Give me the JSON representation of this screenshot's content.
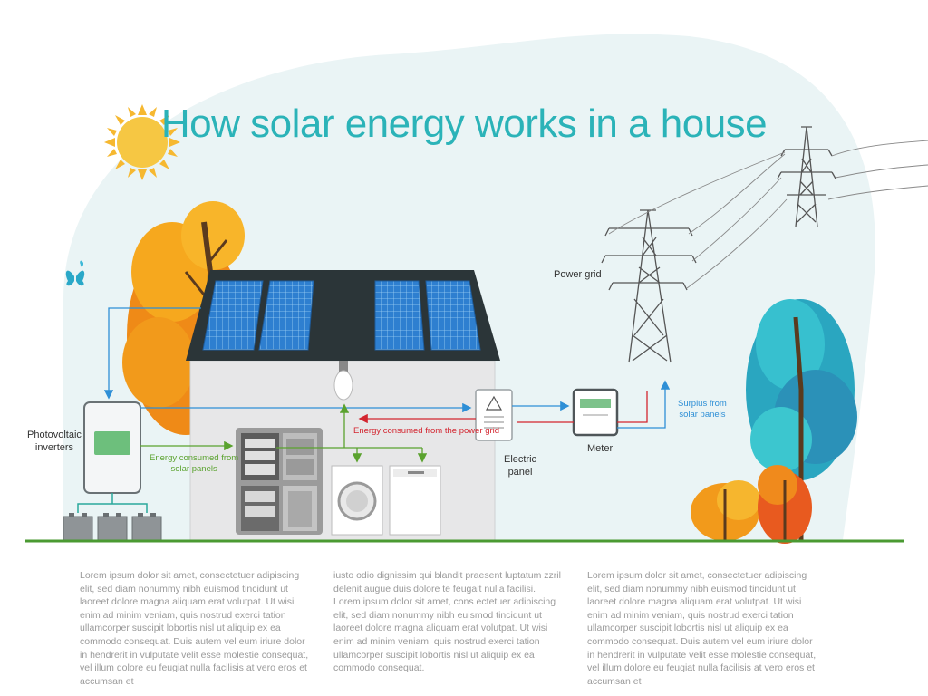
{
  "title": "How solar energy works in a house",
  "labels": {
    "power_grid": "Power grid",
    "inverters": "Photovoltaic\ninverters",
    "energy_consumed_solar": "Energy consumed from\nsolar panels",
    "energy_consumed_grid": "Energy consumed from the power grid",
    "electric_panel": "Electric\npanel",
    "meter": "Meter",
    "surplus": "Surplus from\nsolar panels"
  },
  "text_columns": [
    "Lorem ipsum dolor sit amet, consectetuer adipiscing elit, sed diam nonummy nibh euismod tincidunt ut laoreet dolore magna aliquam erat volutpat. Ut wisi enim ad minim veniam, quis nostrud exerci tation ullamcorper suscipit lobortis nisl ut aliquip ex ea commodo consequat. Duis autem vel eum iriure dolor in hendrerit in vulputate velit esse molestie consequat, vel illum dolore eu feugiat nulla facilisis at vero eros et accumsan et",
    "iusto odio dignissim qui blandit praesent luptatum zzril delenit augue duis dolore te feugait nulla facilisi.\nLorem ipsum dolor sit amet, cons ectetuer adipiscing elit, sed diam nonummy nibh euismod tincidunt ut laoreet dolore magna aliquam erat volutpat. Ut wisi enim ad minim veniam, quis nostrud exerci tation ullamcorper suscipit lobortis nisl ut aliquip ex ea commodo consequat.",
    "Lorem ipsum dolor sit amet, consectetuer adipiscing elit, sed diam nonummy nibh euismod tincidunt ut laoreet dolore magna aliquam erat volutpat. Ut wisi enim ad minim veniam, quis nostrud exerci tation ullamcorper suscipit lobortis nisl ut aliquip ex ea commodo consequat. Duis autem vel eum iriure dolor in hendrerit in vulputate velit esse molestie consequat, vel illum dolore eu feugiat nulla facilisis at vero eros et accumsan et"
  ],
  "colors": {
    "title": "#2bb3b8",
    "background_blob": "#eaf4f5",
    "solar_flow": "#5aa22e",
    "grid_flow": "#d3252f",
    "surplus_flow": "#2e8fd6",
    "ground": "#4a9a32",
    "roof": "#2b3538",
    "panel": "#2e7fd0",
    "sun": "#f6c743"
  }
}
